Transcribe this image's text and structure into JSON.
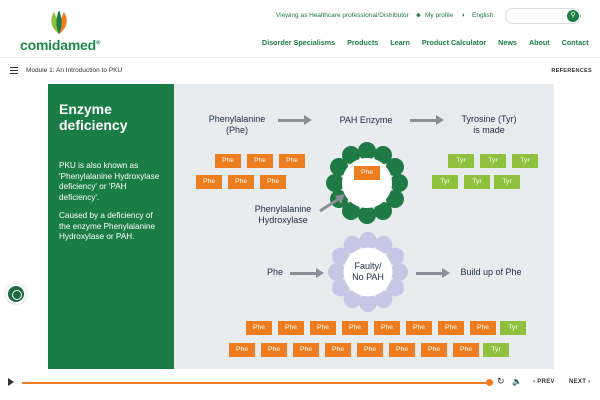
{
  "header": {
    "logo_text": "comidamed",
    "logo_registered": "®",
    "role_text": "Viewing as Healthcare professional/Distributor",
    "profile_text": "My profile",
    "language_text": "English",
    "search_placeholder": ""
  },
  "nav": {
    "items": [
      "Disorder Specialisms",
      "Products",
      "Learn",
      "Product Calculator",
      "News",
      "About",
      "Contact"
    ]
  },
  "module_bar": {
    "title": "Module 1: An Introduction to PKU",
    "references_label": "REFERENCES"
  },
  "slide": {
    "panel_title": "Enzyme deficiency",
    "panel_para1": "PKU is also known as 'Phenylalanine Hydroxylase deficiency' or 'PAH deficiency'.",
    "panel_para2": "Caused by a deficiency of the enzyme Phenylalanine Hydroxylase or PAH.",
    "label_phenylalanine": "Phenylalanine",
    "label_phe_paren": "(Phe)",
    "label_pah_enzyme": "PAH Enzyme",
    "label_tyrosine": "Tyrosine (Tyr)",
    "label_is_made": "is made",
    "label_pah_line1": "Phenylalanine",
    "label_pah_line2": "Hydroxylase",
    "center_phe": "Phe",
    "label_phe": "Phe",
    "label_faulty": "Faulty/",
    "label_no_pah": "No PAH",
    "label_buildup": "Build up of Phe",
    "phe_label": "Phe",
    "tyr_label": "Tyr",
    "top_phe_count": 6,
    "top_tyr_count": 6,
    "bottom_row1": [
      "Phe",
      "Phe",
      "Phe",
      "Phe",
      "Phe",
      "Phe",
      "Phe",
      "Phe",
      "Tyr"
    ],
    "bottom_row2": [
      "Phe",
      "Phe",
      "Phe",
      "Phe",
      "Phe",
      "Phe",
      "Phe",
      "Phe",
      "Tyr"
    ]
  },
  "player": {
    "prev_label": "PREV",
    "next_label": "NEXT",
    "progress": 0.99
  },
  "colors": {
    "brand_green": "#1a7d46",
    "phe_orange": "#ee7d1f",
    "tyr_green": "#8fc13e",
    "ring_green": "#1f7a45",
    "ring_faulty": "#c5c8e4"
  }
}
